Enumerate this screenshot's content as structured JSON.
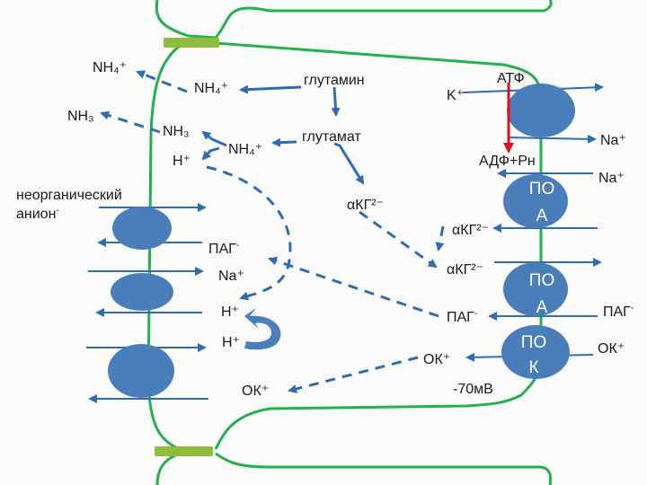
{
  "membrane": {
    "color": "#22b14c",
    "junction_color": "#8fbc3a",
    "transporter_color": "#4a7ebb",
    "arrow_color": "#2e6db4",
    "atp_arrow_color": "#e0101a"
  },
  "labels": {
    "nh4_out": "NH₄⁺",
    "nh4_mid": "NH₄⁺",
    "nh4_in": "NH₄⁺",
    "nh3_out": "NH₃",
    "nh3_in": "NH₃",
    "h_in": "H⁺",
    "glutamine": "глутамин",
    "glutamate": "глутамат",
    "akg_top": "αКГ²⁻",
    "akg_right": "αКГ²⁻",
    "akg_mid": "αКГ²⁻",
    "k": "K⁺",
    "atp": "АТФ",
    "adp": "АДФ+Рн",
    "na_r1": "Na⁺",
    "na_r2": "Na⁺",
    "anion_1": "неорганический",
    "anion_2": "анион",
    "anion_sup": "-",
    "pag_left": "ПАГ",
    "pag_left_sup": "-",
    "na_left": "Na⁺",
    "h_left1": "H⁺",
    "h_left2": "H⁺",
    "ok_left": "ОК⁺",
    "pag_mid": "ПАГ",
    "pag_mid_sup": "-",
    "pag_right": "ПАГ",
    "pag_right_sup": "-",
    "ok_mid": "ОК⁺",
    "ok_right": "ОК⁺",
    "voltage": "-70мВ"
  },
  "channels": {
    "poa1_line1": "ПО",
    "poa1_line2": "А",
    "poa2_line1": "ПО",
    "poa2_line2": "А",
    "pok_line1": "ПО",
    "pok_line2": "К"
  }
}
